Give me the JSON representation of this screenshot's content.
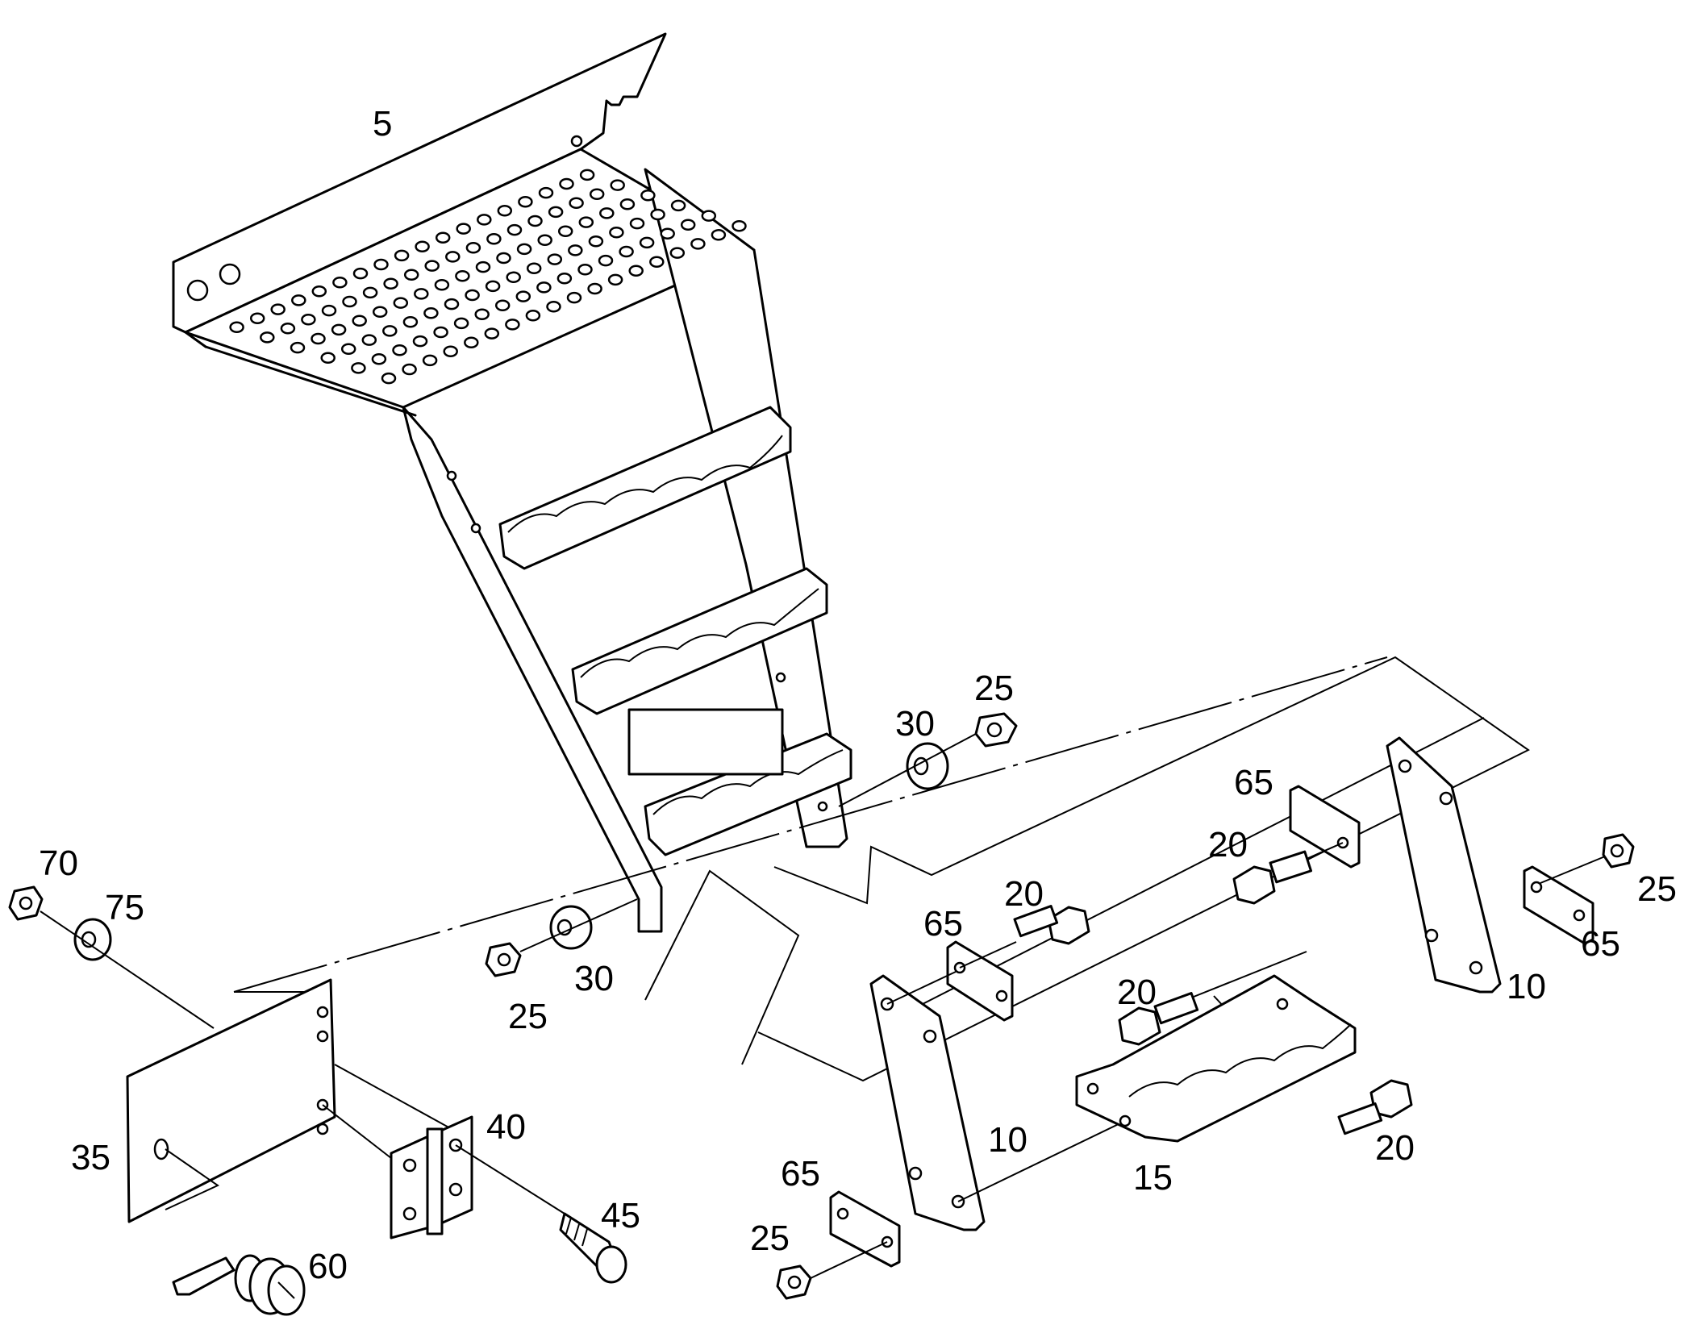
{
  "diagram": {
    "callouts": [
      {
        "id": "c5",
        "text": "5"
      },
      {
        "id": "c25a",
        "text": "25"
      },
      {
        "id": "c30a",
        "text": "30"
      },
      {
        "id": "c70",
        "text": "70"
      },
      {
        "id": "c75",
        "text": "75"
      },
      {
        "id": "c30b",
        "text": "30"
      },
      {
        "id": "c25b",
        "text": "25"
      },
      {
        "id": "c35",
        "text": "35"
      },
      {
        "id": "c40",
        "text": "40"
      },
      {
        "id": "c45",
        "text": "45"
      },
      {
        "id": "c60",
        "text": "60"
      },
      {
        "id": "c65a",
        "text": "65"
      },
      {
        "id": "c20a",
        "text": "20"
      },
      {
        "id": "c65b",
        "text": "65"
      },
      {
        "id": "c25c",
        "text": "25"
      },
      {
        "id": "c10a",
        "text": "10"
      },
      {
        "id": "c65c",
        "text": "65"
      },
      {
        "id": "c20b",
        "text": "20"
      },
      {
        "id": "c20c",
        "text": "20"
      },
      {
        "id": "c10b",
        "text": "10"
      },
      {
        "id": "c15",
        "text": "15"
      },
      {
        "id": "c20d",
        "text": "20"
      },
      {
        "id": "c65d",
        "text": "65"
      },
      {
        "id": "c25d",
        "text": "25"
      }
    ]
  }
}
